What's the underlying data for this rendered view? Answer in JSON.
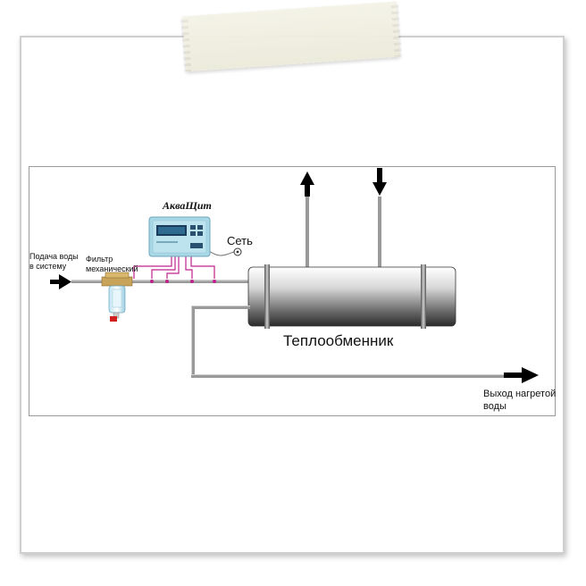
{
  "labels": {
    "inlet": [
      "Подача воды",
      "в систему"
    ],
    "filter": [
      "Фильтр",
      "механический"
    ],
    "device_brand": "АкваЩит",
    "network": "Сеть",
    "heat_exchanger": "Теплообменник",
    "outlet": [
      "Выход нагретой",
      "воды"
    ]
  },
  "colors": {
    "pipe": "#909090",
    "arrow": "#000000",
    "wire": "#c0228c",
    "device_panel": "#a8d8e6",
    "device_screen": "#1b3b5a"
  }
}
